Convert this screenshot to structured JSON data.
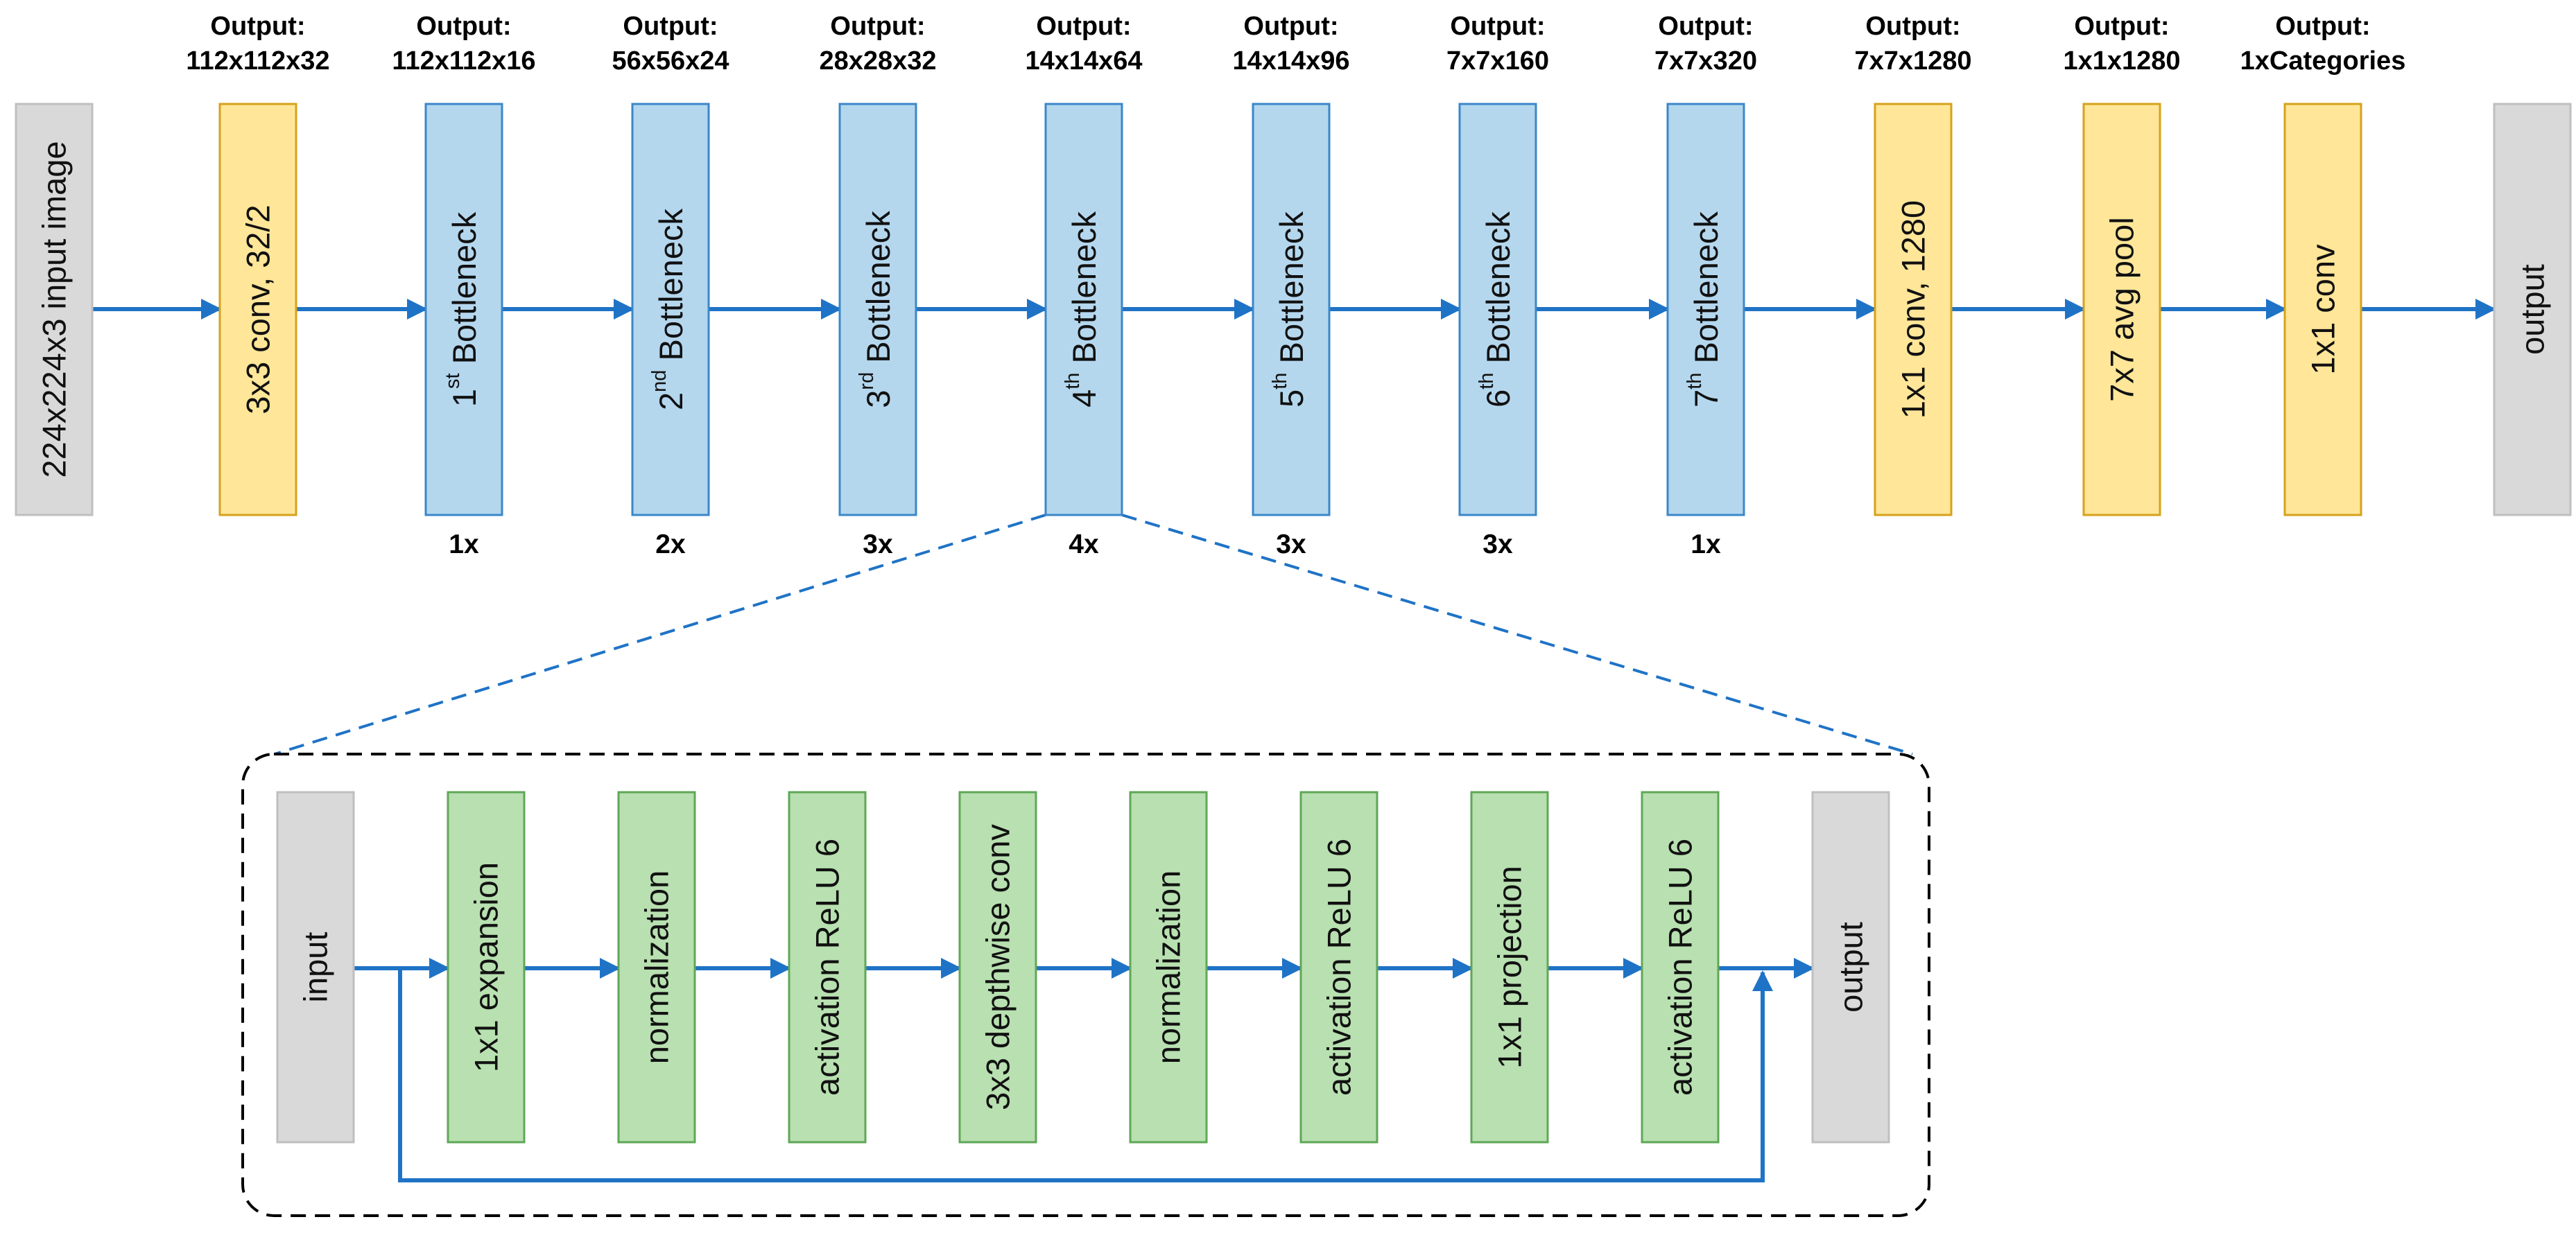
{
  "colors": {
    "arrow": "#1f73c6",
    "gray_fill": "#d9d9d9",
    "gray_stroke": "#bfbfbf",
    "yellow_fill": "#ffe699",
    "yellow_stroke": "#d6a21a",
    "blue_fill": "#b4d7ee",
    "blue_stroke": "#3b87c8",
    "green_fill": "#b8e0b0",
    "green_stroke": "#5fa757",
    "dashed_border": "#000000"
  },
  "main": {
    "outputs": [
      {
        "title": "Output:",
        "shape": "112x112x32"
      },
      {
        "title": "Output:",
        "shape": "112x112x16"
      },
      {
        "title": "Output:",
        "shape": "56x56x24"
      },
      {
        "title": "Output:",
        "shape": "28x28x32"
      },
      {
        "title": "Output:",
        "shape": "14x14x64"
      },
      {
        "title": "Output:",
        "shape": "14x14x96"
      },
      {
        "title": "Output:",
        "shape": "7x7x160"
      },
      {
        "title": "Output:",
        "shape": "7x7x320"
      },
      {
        "title": "Output:",
        "shape": "7x7x1280"
      },
      {
        "title": "Output:",
        "shape": "1x1x1280"
      },
      {
        "title": "Output:",
        "shape": "1xCategories"
      }
    ],
    "blocks": [
      {
        "kind": "gray",
        "label": "224x224x3 input image"
      },
      {
        "kind": "yellow",
        "label": "3x3 conv, 32/2"
      },
      {
        "kind": "blue",
        "ordinal": "1",
        "sup": "st",
        "label": " Bottleneck"
      },
      {
        "kind": "blue",
        "ordinal": "2",
        "sup": "nd",
        "label": " Bottleneck"
      },
      {
        "kind": "blue",
        "ordinal": "3",
        "sup": "rd",
        "label": " Bottleneck"
      },
      {
        "kind": "blue",
        "ordinal": "4",
        "sup": "th",
        "label": " Bottleneck"
      },
      {
        "kind": "blue",
        "ordinal": "5",
        "sup": "th",
        "label": " Bottleneck"
      },
      {
        "kind": "blue",
        "ordinal": "6",
        "sup": "th",
        "label": " Bottleneck"
      },
      {
        "kind": "blue",
        "ordinal": "7",
        "sup": "th",
        "label": " Bottleneck"
      },
      {
        "kind": "yellow",
        "label": "1x1 conv, 1280"
      },
      {
        "kind": "yellow",
        "label": "7x7 avg pool"
      },
      {
        "kind": "yellow",
        "label": "1x1 conv"
      },
      {
        "kind": "gray",
        "label": "output"
      }
    ],
    "repeats": [
      "1x",
      "2x",
      "3x",
      "4x",
      "3x",
      "3x",
      "1x"
    ]
  },
  "bottleneck": {
    "blocks": [
      {
        "kind": "gray",
        "label": "input"
      },
      {
        "kind": "green",
        "label": "1x1 expansion"
      },
      {
        "kind": "green",
        "label": "normalization"
      },
      {
        "kind": "green",
        "label": "activation ReLU 6"
      },
      {
        "kind": "green",
        "label": "3x3 depthwise conv"
      },
      {
        "kind": "green",
        "label": "normalization"
      },
      {
        "kind": "green",
        "label": "activation ReLU 6"
      },
      {
        "kind": "green",
        "label": "1x1 projection"
      },
      {
        "kind": "green",
        "label": "activation ReLU 6"
      },
      {
        "kind": "gray",
        "label": "output"
      }
    ]
  }
}
